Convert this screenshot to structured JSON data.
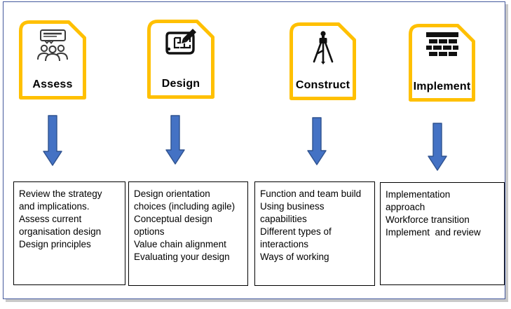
{
  "colors": {
    "stage_border": "#FFC000",
    "arrow_fill": "#4472C4",
    "arrow_stroke": "#2F528F",
    "frame_border": "#44599d",
    "frame_shadow": "#c9c9c9",
    "text_box_border": "#000000",
    "icon_color": "#1a1a1a"
  },
  "columns": [
    {
      "label": "Assess",
      "icon": "audience-presentation-icon",
      "lines": [
        "Review the strategy",
        "and implications.",
        "Assess current",
        "organisation design",
        "Design principles"
      ]
    },
    {
      "label": "Design",
      "icon": "blueprint-pencil-icon",
      "lines": [
        "Design orientation",
        "choices (including agile)",
        "Conceptual design",
        "options",
        "Value chain alignment",
        "Evaluating your design"
      ]
    },
    {
      "label": "Construct",
      "icon": "survey-tripod-icon",
      "lines": [
        "Function and team build",
        "Using business",
        "capabilities",
        "Different types of",
        "interactions",
        "Ways of working"
      ]
    },
    {
      "label": "Implement",
      "icon": "brick-wall-icon",
      "lines": [
        "Implementation",
        "approach",
        "Workforce transition",
        "Implement  and review"
      ]
    }
  ]
}
